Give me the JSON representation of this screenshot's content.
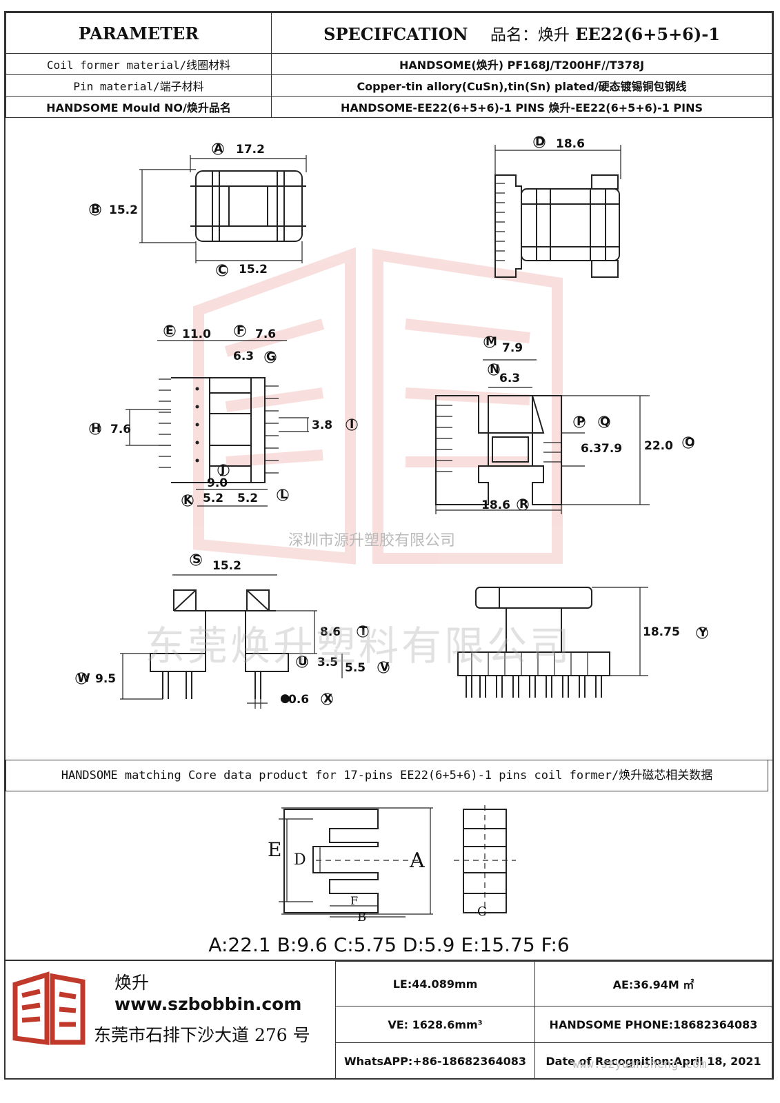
{
  "header": {
    "parameter": "PARAMETER",
    "specification": "SPECIFCATION",
    "product_cn": "品名：焕升",
    "product_code": "EE22(6+5+6)-1",
    "rows": [
      {
        "label": "Coil former material/线圈材料",
        "value": "HANDSOME(焕升)   PF168J/T200HF//T378J"
      },
      {
        "label": "Pin material/端子材料",
        "value": "Copper-tin allory(CuSn),tin(Sn) plated/硬态镀锡铜包钢线"
      },
      {
        "label": "HANDSOME Mould NO/焕升品名",
        "value": "HANDSOME-EE22(6+5+6)-1 PINS    焕升-EE22(6+5+6)-1 PINS"
      }
    ]
  },
  "dimensions": {
    "A": "17.2",
    "B": "15.2",
    "C": "15.2",
    "D": "18.6",
    "E": "11.0",
    "F": "7.6",
    "G": "6.3",
    "H": "7.6",
    "I": "3.8",
    "J": "9.0",
    "K": "5.2",
    "L": "5.2",
    "M": "7.9",
    "N": "6.3",
    "P": "6.3",
    "Q": "7.9",
    "O": "22.0",
    "R": "18.6",
    "S": "15.2",
    "T": "8.6",
    "U": "3.5",
    "V": "5.5",
    "W": "9.5",
    "X": "0.6",
    "Y": "18.75"
  },
  "core": {
    "heading": "HANDSOME matching Core data  product for 17-pins EE22(6+5+6)-1 pins coil former/焕升磁芯相关数据",
    "labels": {
      "A": "A",
      "B": "B",
      "C": "C",
      "D": "D",
      "E": "E",
      "F": "F"
    },
    "values": "A:22.1 B:9.6 C:5.75 D:5.9 E:15.75 F:6"
  },
  "watermarks": {
    "company1": "深圳市源升塑胶有限公司",
    "company2": "东莞焕升塑料有限公司",
    "site": "www.szyuansheng.com"
  },
  "footer": {
    "brand_cn": "焕升",
    "website": "www.szbobbin.com",
    "address": "东莞市石排下沙大道 276 号",
    "le": "LE:44.089mm",
    "ae": "AE:36.94M ㎡",
    "ve": "VE: 1628.6mm³",
    "phone": "HANDSOME PHONE:18682364083",
    "whatsapp": "WhatsAPP:+86-18682364083",
    "date": "Date of Recognition:April 18, 2021"
  },
  "colors": {
    "watermark_red": "#d9534f",
    "logo_red": "#c0392b"
  }
}
